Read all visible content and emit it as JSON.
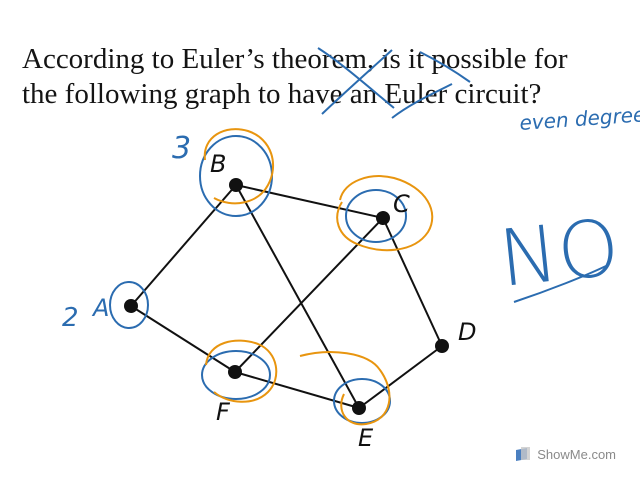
{
  "question": {
    "line1": "According to Euler’s theorem, is it possible for",
    "line2": "the following graph to have an Euler circuit?"
  },
  "annotations": {
    "note": "even degrees",
    "answer": "NO",
    "degree_b": "3",
    "degree_a": "2"
  },
  "graph": {
    "vertices": [
      {
        "id": "B",
        "label": "B"
      },
      {
        "id": "C",
        "label": "C"
      },
      {
        "id": "A",
        "label": "A"
      },
      {
        "id": "D",
        "label": "D"
      },
      {
        "id": "F",
        "label": "F"
      },
      {
        "id": "E",
        "label": "E"
      }
    ],
    "edges": [
      [
        "B",
        "C"
      ],
      [
        "B",
        "A"
      ],
      [
        "B",
        "E"
      ],
      [
        "A",
        "F"
      ],
      [
        "C",
        "F"
      ],
      [
        "C",
        "D"
      ],
      [
        "D",
        "E"
      ],
      [
        "F",
        "E"
      ]
    ],
    "highlighted_even": [
      "A",
      "B",
      "F",
      "E"
    ],
    "highlighted_odd": [
      "B",
      "C",
      "E"
    ]
  },
  "colors": {
    "ink": "#111111",
    "blue": "#2b6cb0",
    "orange": "#e8950f",
    "text": "#141414"
  },
  "branding": {
    "name": "ShowMe.com",
    "icon": "showme-logo-icon"
  }
}
